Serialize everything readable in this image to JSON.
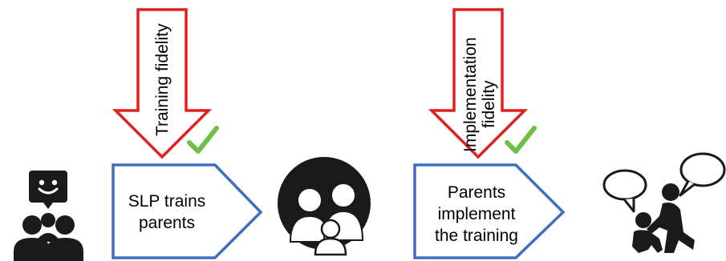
{
  "steps": {
    "step1": {
      "label_line1": "SLP trains",
      "label_line2": "parents"
    },
    "step2": {
      "label_line1": "Parents",
      "label_line2": "implement",
      "label_line3": "the training"
    }
  },
  "fidelity": {
    "training": {
      "label": "Training fidelity"
    },
    "implementation": {
      "label_line1": "Implementation",
      "label_line2": "fidelity"
    }
  },
  "icons": {
    "left": "slp-speaker-with-audience-icon",
    "middle": "family-parents-child-icon",
    "right": "parent-child-talking-icon",
    "check": "green-checkmark-icon"
  },
  "colors": {
    "fidelity_arrow": "#e02020",
    "step_arrow": "#3f6fbf",
    "checkmark": "#6cc04a",
    "icon": "#1a1a1a"
  }
}
